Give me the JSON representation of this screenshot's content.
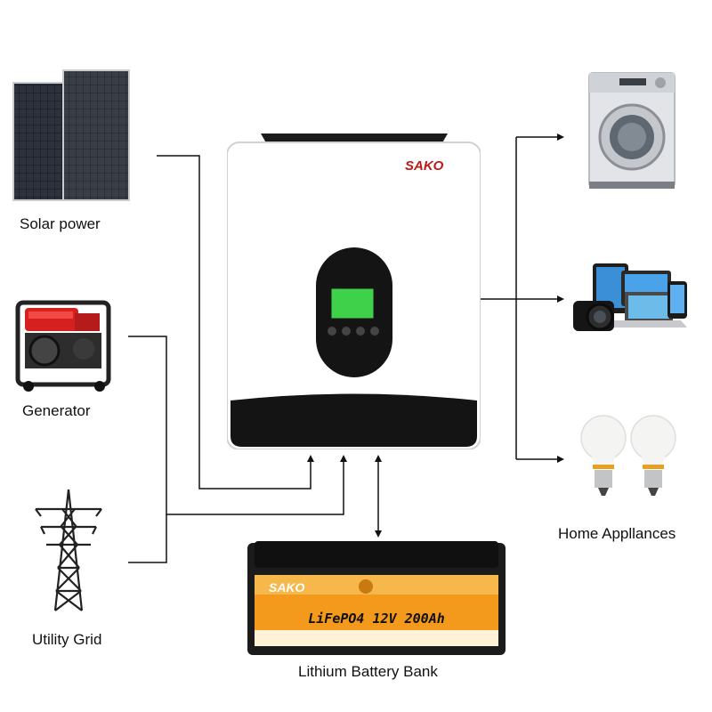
{
  "sources": {
    "solar": {
      "label": "Solar power",
      "icon": "solar-panel-icon"
    },
    "generator": {
      "label": "Generator",
      "icon": "generator-icon"
    },
    "grid": {
      "label": "Utility Grid",
      "icon": "transmission-tower-icon"
    }
  },
  "inverter": {
    "brand": "SAKO",
    "icon": "hybrid-inverter-icon",
    "panel_colors": {
      "body": "#ffffff",
      "base": "#111111",
      "screen": "#3fd14a"
    }
  },
  "battery": {
    "brand": "SAKO",
    "model_text": "LiFePO4  12V  200Ah",
    "label": "Lithium Battery Bank",
    "icon": "lithium-battery-icon",
    "band_color": "#f39a1c"
  },
  "outputs": {
    "label": "Home Appllances",
    "items": [
      {
        "icon": "washing-machine-icon"
      },
      {
        "icon": "electronics-devices-icon"
      },
      {
        "icon": "light-bulbs-icon"
      }
    ]
  },
  "colors": {
    "line": "#111111",
    "accent_orange": "#f39a1c"
  }
}
